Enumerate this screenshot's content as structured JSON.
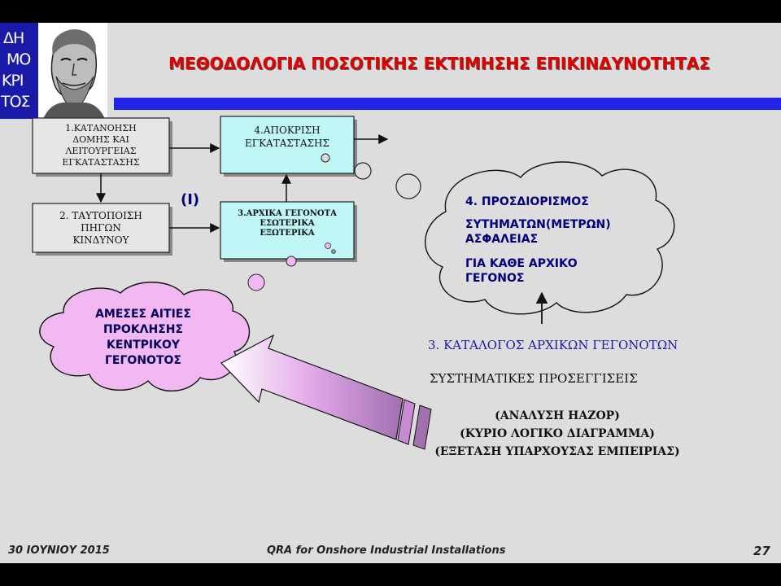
{
  "logo": {
    "letters": [
      "ΔΗ",
      "ΜΟ",
      "ΚΡΙ",
      "ΤΟΣ"
    ]
  },
  "title": "ΜΕΘΟΔΟΛΟΓΙΑ ΠΟΣΟΤΙΚΗΣ ΕΚΤΙΜΗΣΗΣ ΕΠΙΚΙΝΔΥΝΟΤΗΤΑΣ",
  "boxes": {
    "box1": [
      "1.ΚΑΤΑΝΟΗΣΗ",
      "ΔΟΜΗΣ ΚΑΙ",
      "ΛΕΙΤΟΥΡΓΕΙΑΣ",
      "ΕΓΚΑΤΑΣΤΑΣΗΣ"
    ],
    "box2": [
      "2. ΤΑΥΤΟΠΟΙΣΗ",
      "ΠΗΓΩΝ",
      "ΚΙΝΔΥΝΟΥ"
    ],
    "box3": [
      "3.ΑΡΧΙΚΑ ΓΕΓΟΝΟΤΑ",
      "ΕΣΩΤΕΡΙΚΑ",
      "ΕΞΩΤΕΡΙΚΑ"
    ],
    "box4": [
      "4.ΑΠΟΚΡΙΣΗ",
      "ΕΓΚΑΤΑΣΤΑΣΗΣ"
    ]
  },
  "marker": "(Ι)",
  "cloud_right": [
    "4. ΠΡΟΣΔΙΟΡΙΣΜΟΣ",
    "ΣΥΤΗΜΑΤΩΝ(ΜΕΤΡΩΝ)",
    "ΑΣΦΑΛΕΙΑΣ",
    "ΓΙΑ ΚΑΘΕ ΑΡΧΙΚΟ",
    "ΓΕΓΟΝΟΣ"
  ],
  "cloud_left": [
    "ΑΜΕΣΕΣ ΑΙΤΙΕΣ",
    "ΠΡΟΚΛΗΣΗΣ",
    "ΚΕΝΤΡΙΚΟΥ",
    "ΓΕΓΟΝΟΤΟΣ"
  ],
  "catalog": "3. ΚΑΤΑΛΟΓΟΣ ΑΡΧΙΚΩΝ ΓΕΓΟΝΟΤΩΝ",
  "approaches": "ΣΥΣΤΗΜΑΤΙΚΕΣ ΠΡΟΣΕΓΓΙΣΕΙΣ",
  "methods": [
    "(ΑΝΑΛΥΣΗ HAZOP)",
    "(ΚΥΡΙΟ ΛΟΓΙΚΟ ΔΙΑΓΡΑΜΜΑ)",
    "(ΕΞΕΤΑΣΗ ΥΠΑΡΧΟΥΣΑΣ ΕΜΠΕΙΡΙΑΣ)"
  ],
  "footer": {
    "date": "30 ΙΟΥΝΙΟΥ 2015",
    "center": "QRA for Onshore Industrial Installations",
    "page": "27"
  },
  "colors": {
    "title": "#e00000",
    "bar": "#2424e8",
    "cyan_box": "#bff7f7",
    "pink_cloud": "#f2b8f2",
    "cloud_text": "#00007a",
    "catalog_text": "#1a1aa8"
  }
}
